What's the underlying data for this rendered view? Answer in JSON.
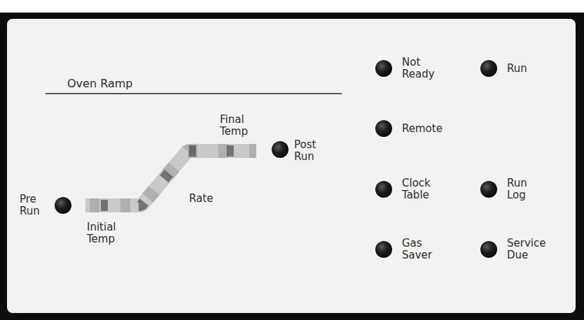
{
  "diagram": {
    "labels": [
      "Oven Ramp",
      "Pre Run",
      "Initial Temp",
      "Rate",
      "Final Temp",
      "Post Run",
      "Not Ready",
      "Run",
      "Remote",
      "Clock Table",
      "Run Log",
      "Gas Saver",
      "Service Due"
    ]
  }
}
